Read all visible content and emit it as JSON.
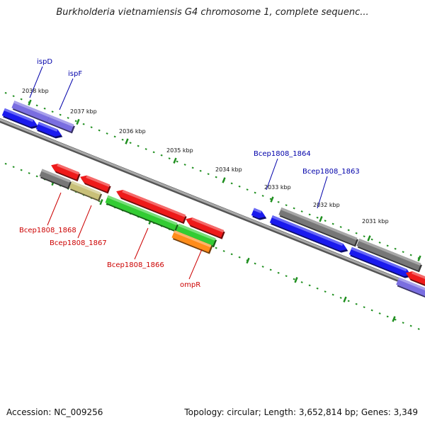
{
  "title": "Burkholderia vietnamiensis G4 chromosome 1, complete sequenc...",
  "footer": {
    "accession": "Accession: NC_009256",
    "summary": "Topology: circular; Length: 3,652,814 bp; Genes: 3,349"
  },
  "colors": {
    "forward_cds": "#1a1aee",
    "reverse_cds": "#ee1a1a",
    "rrna_or_other": "#7a6ee0",
    "pseudo": "#777777",
    "ompR_orange": "#ff8c1a",
    "green_gene": "#33cc33",
    "olive_gene": "#c8c078",
    "tick_green": "#1f8f1f",
    "label_blue": "#0000aa",
    "label_red": "#cc0000"
  },
  "ticks": [
    {
      "label": "2038 kbp"
    },
    {
      "label": "2037 kbp"
    },
    {
      "label": "2036 kbp"
    },
    {
      "label": "2035 kbp"
    },
    {
      "label": "2034 kbp"
    },
    {
      "label": "2033 kbp"
    },
    {
      "label": "2032 kbp"
    },
    {
      "label": "2031 kbp"
    }
  ],
  "gene_labels": {
    "ispD": "ispD",
    "ispF": "ispF",
    "Bcep1808_1864": "Bcep1808_1864",
    "Bcep1808_1863": "Bcep1808_1863",
    "Bcep1808_1868": "Bcep1808_1868",
    "Bcep1808_1867": "Bcep1808_1867",
    "Bcep1808_1866": "Bcep1808_1866",
    "ompR": "ompR"
  }
}
